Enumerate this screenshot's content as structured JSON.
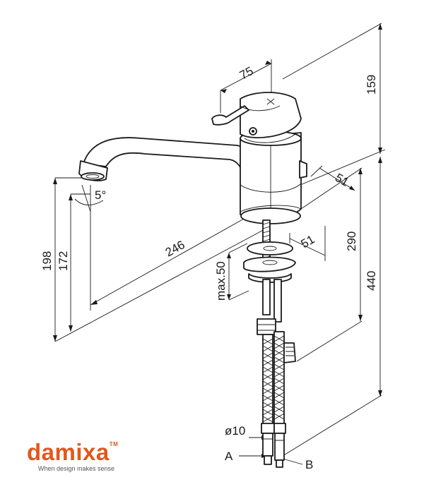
{
  "dimensions": {
    "d75": "75",
    "d159": "159",
    "d51_top": "51",
    "d51_mid": "51",
    "d290": "290",
    "d440": "440",
    "d246": "246",
    "d198": "198",
    "d172": "172",
    "max50": "max.50",
    "angle5": "5°",
    "dia10": "ø10"
  },
  "labels": {
    "a": "A",
    "b": "B"
  },
  "brand": {
    "name": "damixa",
    "tm": "TM",
    "tagline": "When design makes sense",
    "color": "#e2571c"
  }
}
